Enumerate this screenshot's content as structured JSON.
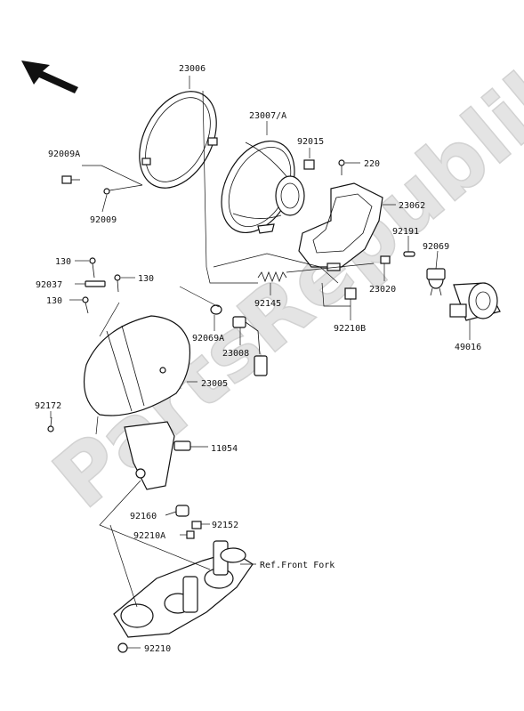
{
  "watermark": "PartsRepublik",
  "callouts": {
    "c23006": "23006",
    "c23007A": "23007/A",
    "c92015": "92015",
    "c220": "220",
    "c23062": "23062",
    "c92009A": "92009A",
    "c92009": "92009",
    "c92191": "92191",
    "c92069": "92069",
    "c130a": "130",
    "c130b": "130",
    "c130c": "130",
    "c92037": "92037",
    "c92145": "92145",
    "c23020": "23020",
    "c92210B": "92210B",
    "c92069A": "92069A",
    "c23008": "23008",
    "c49016": "49016",
    "c23005": "23005",
    "c92172": "92172",
    "c11054": "11054",
    "c92160": "92160",
    "c92152": "92152",
    "c92210A": "92210A",
    "cFork": "Ref.Front Fork",
    "c92210": "92210"
  }
}
